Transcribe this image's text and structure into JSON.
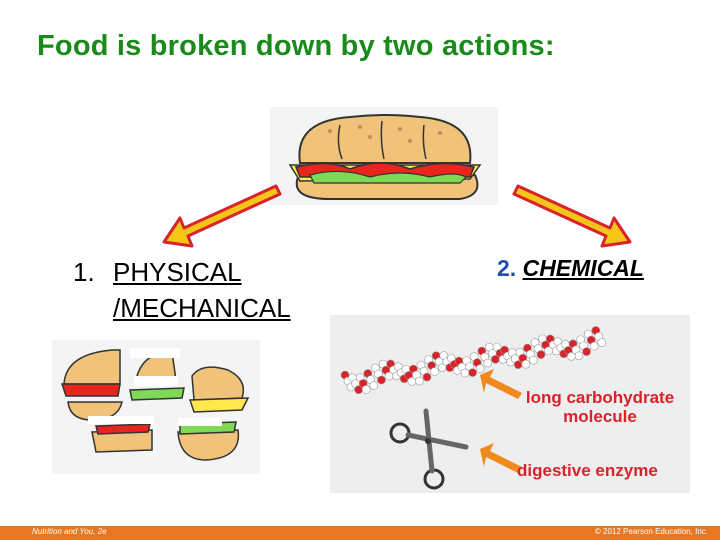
{
  "slide": {
    "title": "Food is broken down by two actions:"
  },
  "physical": {
    "number": "1.",
    "line1": "PHYSICAL",
    "line2": "/MECHANICAL"
  },
  "chemical": {
    "number": "2.",
    "label": "CHEMICAL"
  },
  "molecule_labels": {
    "carb_line1": "long carbohydrate",
    "carb_line2": "molecule",
    "enzyme": "digestive enzyme"
  },
  "footer": {
    "left": "Nutrition and You, 2e",
    "right": "© 2012 Pearson Education, Inc."
  },
  "colors": {
    "title": "#1a8a1a",
    "arrow_fill": "#f5c518",
    "arrow_stroke": "#d9222a",
    "label_red": "#d9222a",
    "footer": "#e87722"
  },
  "icons": [
    "sandwich-image",
    "sandwich-pieces-image",
    "carbohydrate-molecule-image",
    "scissors-icon"
  ]
}
